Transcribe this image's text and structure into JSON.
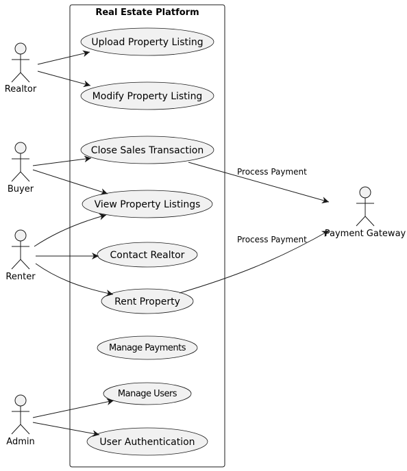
{
  "system": {
    "title": "Real Estate Platform"
  },
  "actors": {
    "realtor": "Realtor",
    "buyer": "Buyer",
    "renter": "Renter",
    "admin": "Admin",
    "payment_gateway": "Payment Gateway"
  },
  "use_cases": {
    "upload_listing": "Upload Property Listing",
    "modify_listing": "Modify Property Listing",
    "close_sales": "Close Sales Transaction",
    "view_listings": "View Property Listings",
    "contact_realtor": "Contact Realtor",
    "rent_property": "Rent Property",
    "manage_payments": "Manage Payments",
    "manage_users": "Manage Users",
    "user_authentication": "User Authentication"
  },
  "edge_labels": {
    "close_sales_payment": "Process Payment",
    "rent_payment": "Process Payment"
  }
}
